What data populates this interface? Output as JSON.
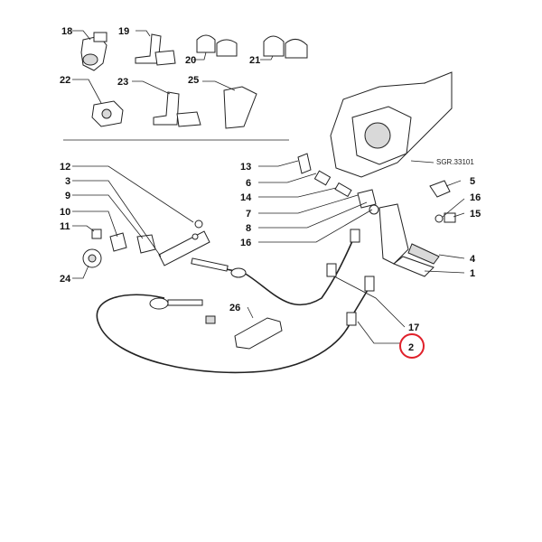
{
  "reference_code": "SGR.33101",
  "highlight_color": "#e0202a",
  "highlighted_part": "2",
  "labels": {
    "p18": "18",
    "p19": "19",
    "p20": "20",
    "p21": "21",
    "p22": "22",
    "p23": "23",
    "p25": "25",
    "p12": "12",
    "p3": "3",
    "p9": "9",
    "p10": "10",
    "p11": "11",
    "p24": "24",
    "p13": "13",
    "p6": "6",
    "p14": "14",
    "p7": "7",
    "p8": "8",
    "p16a": "16",
    "p5": "5",
    "p16b": "16",
    "p15": "15",
    "p4": "4",
    "p1": "1",
    "p26": "26",
    "p17": "17",
    "p2": "2"
  }
}
